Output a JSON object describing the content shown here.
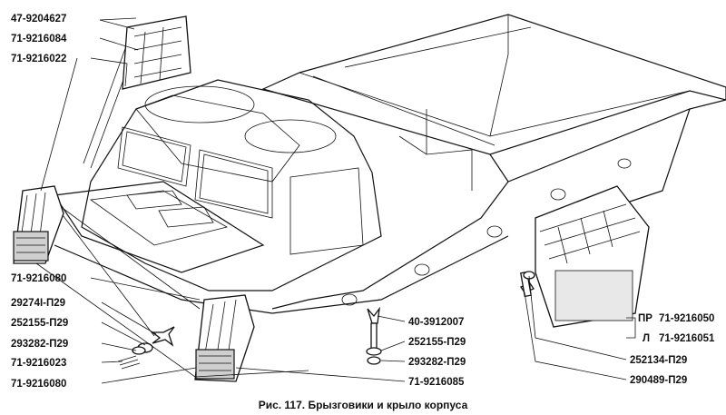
{
  "labels": {
    "left_top_1": "47-9204627",
    "left_top_2": "71-9216084",
    "left_top_3": "71-9216022",
    "left_mid": "71-9216080",
    "left_1": "29274I-П29",
    "left_2": "252155-П29",
    "left_3": "293282-П29",
    "left_4": "71-9216023",
    "left_5": "71-9216080",
    "center_1": "40-3912007",
    "center_2": "252155-П29",
    "center_3": "293282-П29",
    "center_4": "71-9216085",
    "right_prefix_pr": "ПР",
    "right_pr": "71-9216050",
    "right_prefix_l": "Л",
    "right_l": "71-9216051",
    "right_3": "252134-П29",
    "right_4": "290489-П29"
  },
  "caption": "Рис. 117. Брызговики и крыло корпуса"
}
